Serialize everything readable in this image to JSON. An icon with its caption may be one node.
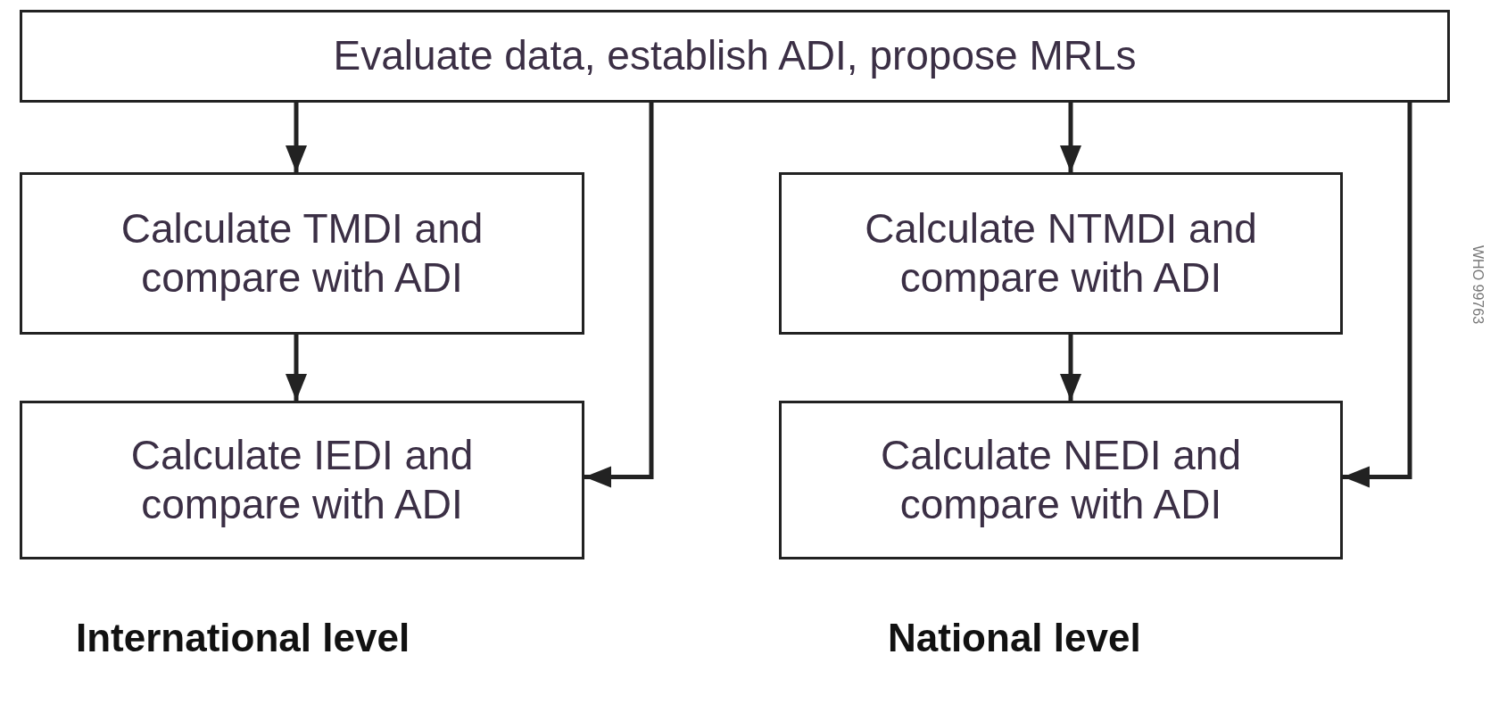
{
  "diagram": {
    "nodes": [
      {
        "text": [
          "Evaluate data, establish ADI, propose MRLs"
        ]
      },
      {
        "text": [
          "Calculate TMDI and compare with ADI"
        ]
      },
      {
        "text": [
          "Calculate IEDI and compare with ADI"
        ]
      },
      {
        "text": [
          "Calculate NTMDI and compare with ADI"
        ]
      },
      {
        "text": [
          "Calculate NEDI and compare with ADI"
        ]
      }
    ],
    "edges": [
      {
        "from": 0,
        "to": 1,
        "arrow": "to"
      },
      {
        "from": 0,
        "to": 2,
        "arrow": "to"
      },
      {
        "from": 1,
        "to": 2,
        "arrow": "to"
      },
      {
        "from": 0,
        "to": 3,
        "arrow": "to"
      },
      {
        "from": 3,
        "to": 4,
        "arrow": "to"
      },
      {
        "from": 0,
        "to": 4,
        "arrow": "to"
      }
    ],
    "labels": [
      "International level",
      "National level",
      "WHO 99763"
    ]
  }
}
